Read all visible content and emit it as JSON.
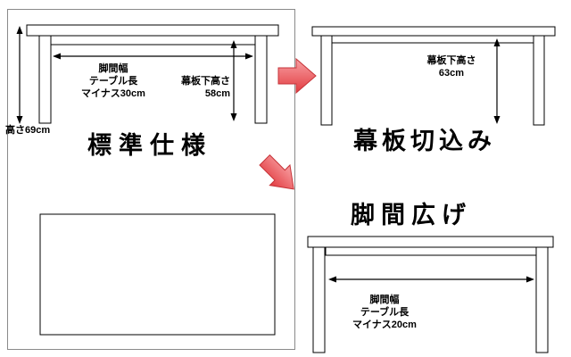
{
  "colors": {
    "arrow_red": "#e23b40",
    "arrow_red_light": "#f8a0a3",
    "arrow_outline": "#c63338",
    "line": "#000000"
  },
  "standard": {
    "title": "標準仕様",
    "height_label": "高さ69cm",
    "leg_span_line1": "脚間幅",
    "leg_span_line2": "テーブル長",
    "leg_span_line3": "マイナス30cm",
    "apron_line1": "幕板下高さ",
    "apron_line2": "58cm"
  },
  "apron_notch": {
    "title": "幕板切込み",
    "apron_line1": "幕板下高さ",
    "apron_line2": "63cm"
  },
  "leg_widen": {
    "title": "脚間広げ",
    "leg_span_line1": "脚間幅",
    "leg_span_line2": "テーブル長",
    "leg_span_line3": "マイナス20cm"
  }
}
